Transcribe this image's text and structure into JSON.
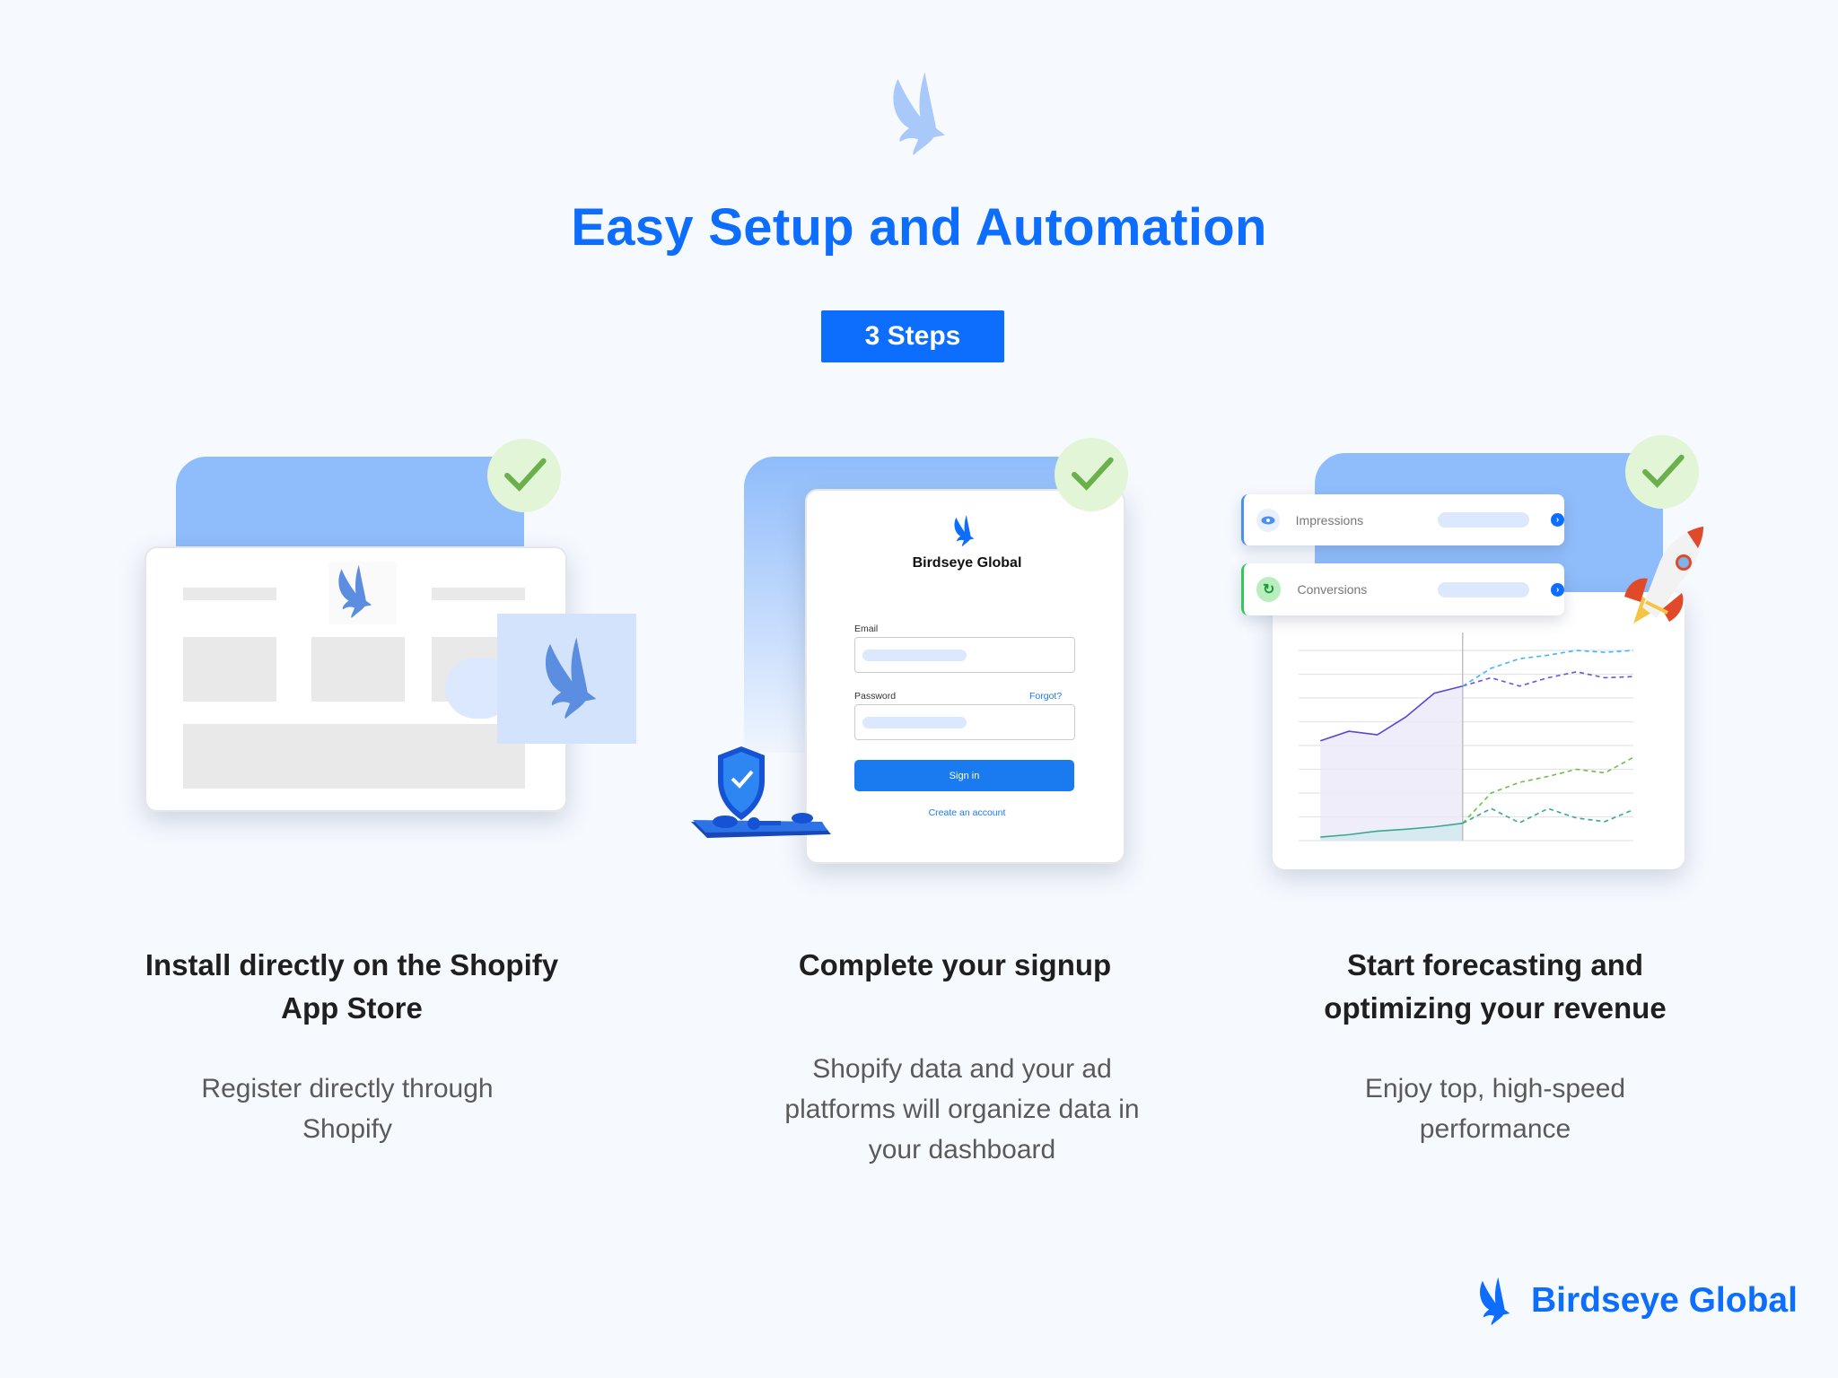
{
  "header": {
    "logo_icon": "bird-icon",
    "title": "Easy Setup and Automation",
    "badge": "3 Steps"
  },
  "steps": [
    {
      "heading_line1": "Install directly on the Shopify",
      "heading_line2": "App Store",
      "desc_line1": "Register directly through",
      "desc_line2": "Shopify"
    },
    {
      "heading_line1": "Complete your signup",
      "desc_line1": "Shopify data and your ad",
      "desc_line2": "platforms will organize data in",
      "desc_line3": "your dashboard"
    },
    {
      "heading_line1": "Start forecasting and",
      "heading_line2": "optimizing your revenue",
      "desc_line1": "Enjoy top, high-speed",
      "desc_line2": "performance"
    }
  ],
  "signup": {
    "brand": "Birdseye Global",
    "email_label": "Email",
    "password_label": "Password",
    "forgot": "Forgot?",
    "sign_in": "Sign in",
    "create": "Create an account"
  },
  "metrics": [
    {
      "label": "Impressions",
      "icon": "eye-icon",
      "accent": "#4a90f0"
    },
    {
      "label": "Conversions",
      "icon": "chart-refresh-icon",
      "accent": "#34c759"
    }
  ],
  "footer": {
    "brand": "Birdseye Global"
  },
  "colors": {
    "accent": "#0d6efd",
    "check_bg": "#e2f5d6",
    "check": "#6ab04c"
  },
  "chart_data": {
    "type": "line",
    "ylim": [
      0,
      8
    ],
    "xlim": [
      0,
      11
    ],
    "grid": true,
    "split_x": 5,
    "series": [
      {
        "name": "impressions-actual",
        "color": "#5a46d6",
        "dashed": false,
        "fill": "#ebeaf8",
        "x": [
          0,
          1,
          2,
          3,
          4,
          5
        ],
        "y": [
          4.2,
          4.6,
          4.45,
          5.2,
          6.2,
          6.5
        ]
      },
      {
        "name": "conversions-actual",
        "color": "#3aa88f",
        "dashed": false,
        "fill": "#d4e9f0",
        "x": [
          0,
          1,
          2,
          3,
          4,
          5
        ],
        "y": [
          0.15,
          0.25,
          0.4,
          0.48,
          0.58,
          0.73
        ]
      },
      {
        "name": "impressions-forecast",
        "color": "#6a55e0",
        "dashed": true,
        "x": [
          5,
          6,
          7,
          8,
          9,
          10,
          11
        ],
        "y": [
          6.5,
          6.85,
          6.5,
          6.85,
          7.1,
          6.85,
          6.9
        ]
      },
      {
        "name": "impressions-forecast-high",
        "color": "#3bb8f0",
        "dashed": true,
        "x": [
          5,
          6,
          7,
          8,
          9,
          10,
          11
        ],
        "y": [
          6.5,
          7.25,
          7.65,
          7.8,
          8,
          7.92,
          8
        ]
      },
      {
        "name": "conversions-forecast-high",
        "color": "#6cc04a",
        "dashed": true,
        "x": [
          5,
          6,
          7,
          8,
          9,
          10,
          11
        ],
        "y": [
          0.73,
          2.0,
          2.45,
          2.7,
          3.0,
          2.85,
          3.5
        ]
      },
      {
        "name": "conversions-forecast",
        "color": "#3aa88f",
        "dashed": true,
        "x": [
          5,
          6,
          7,
          8,
          9,
          10,
          11
        ],
        "y": [
          0.73,
          1.35,
          0.75,
          1.35,
          0.95,
          0.8,
          1.3
        ]
      }
    ]
  }
}
